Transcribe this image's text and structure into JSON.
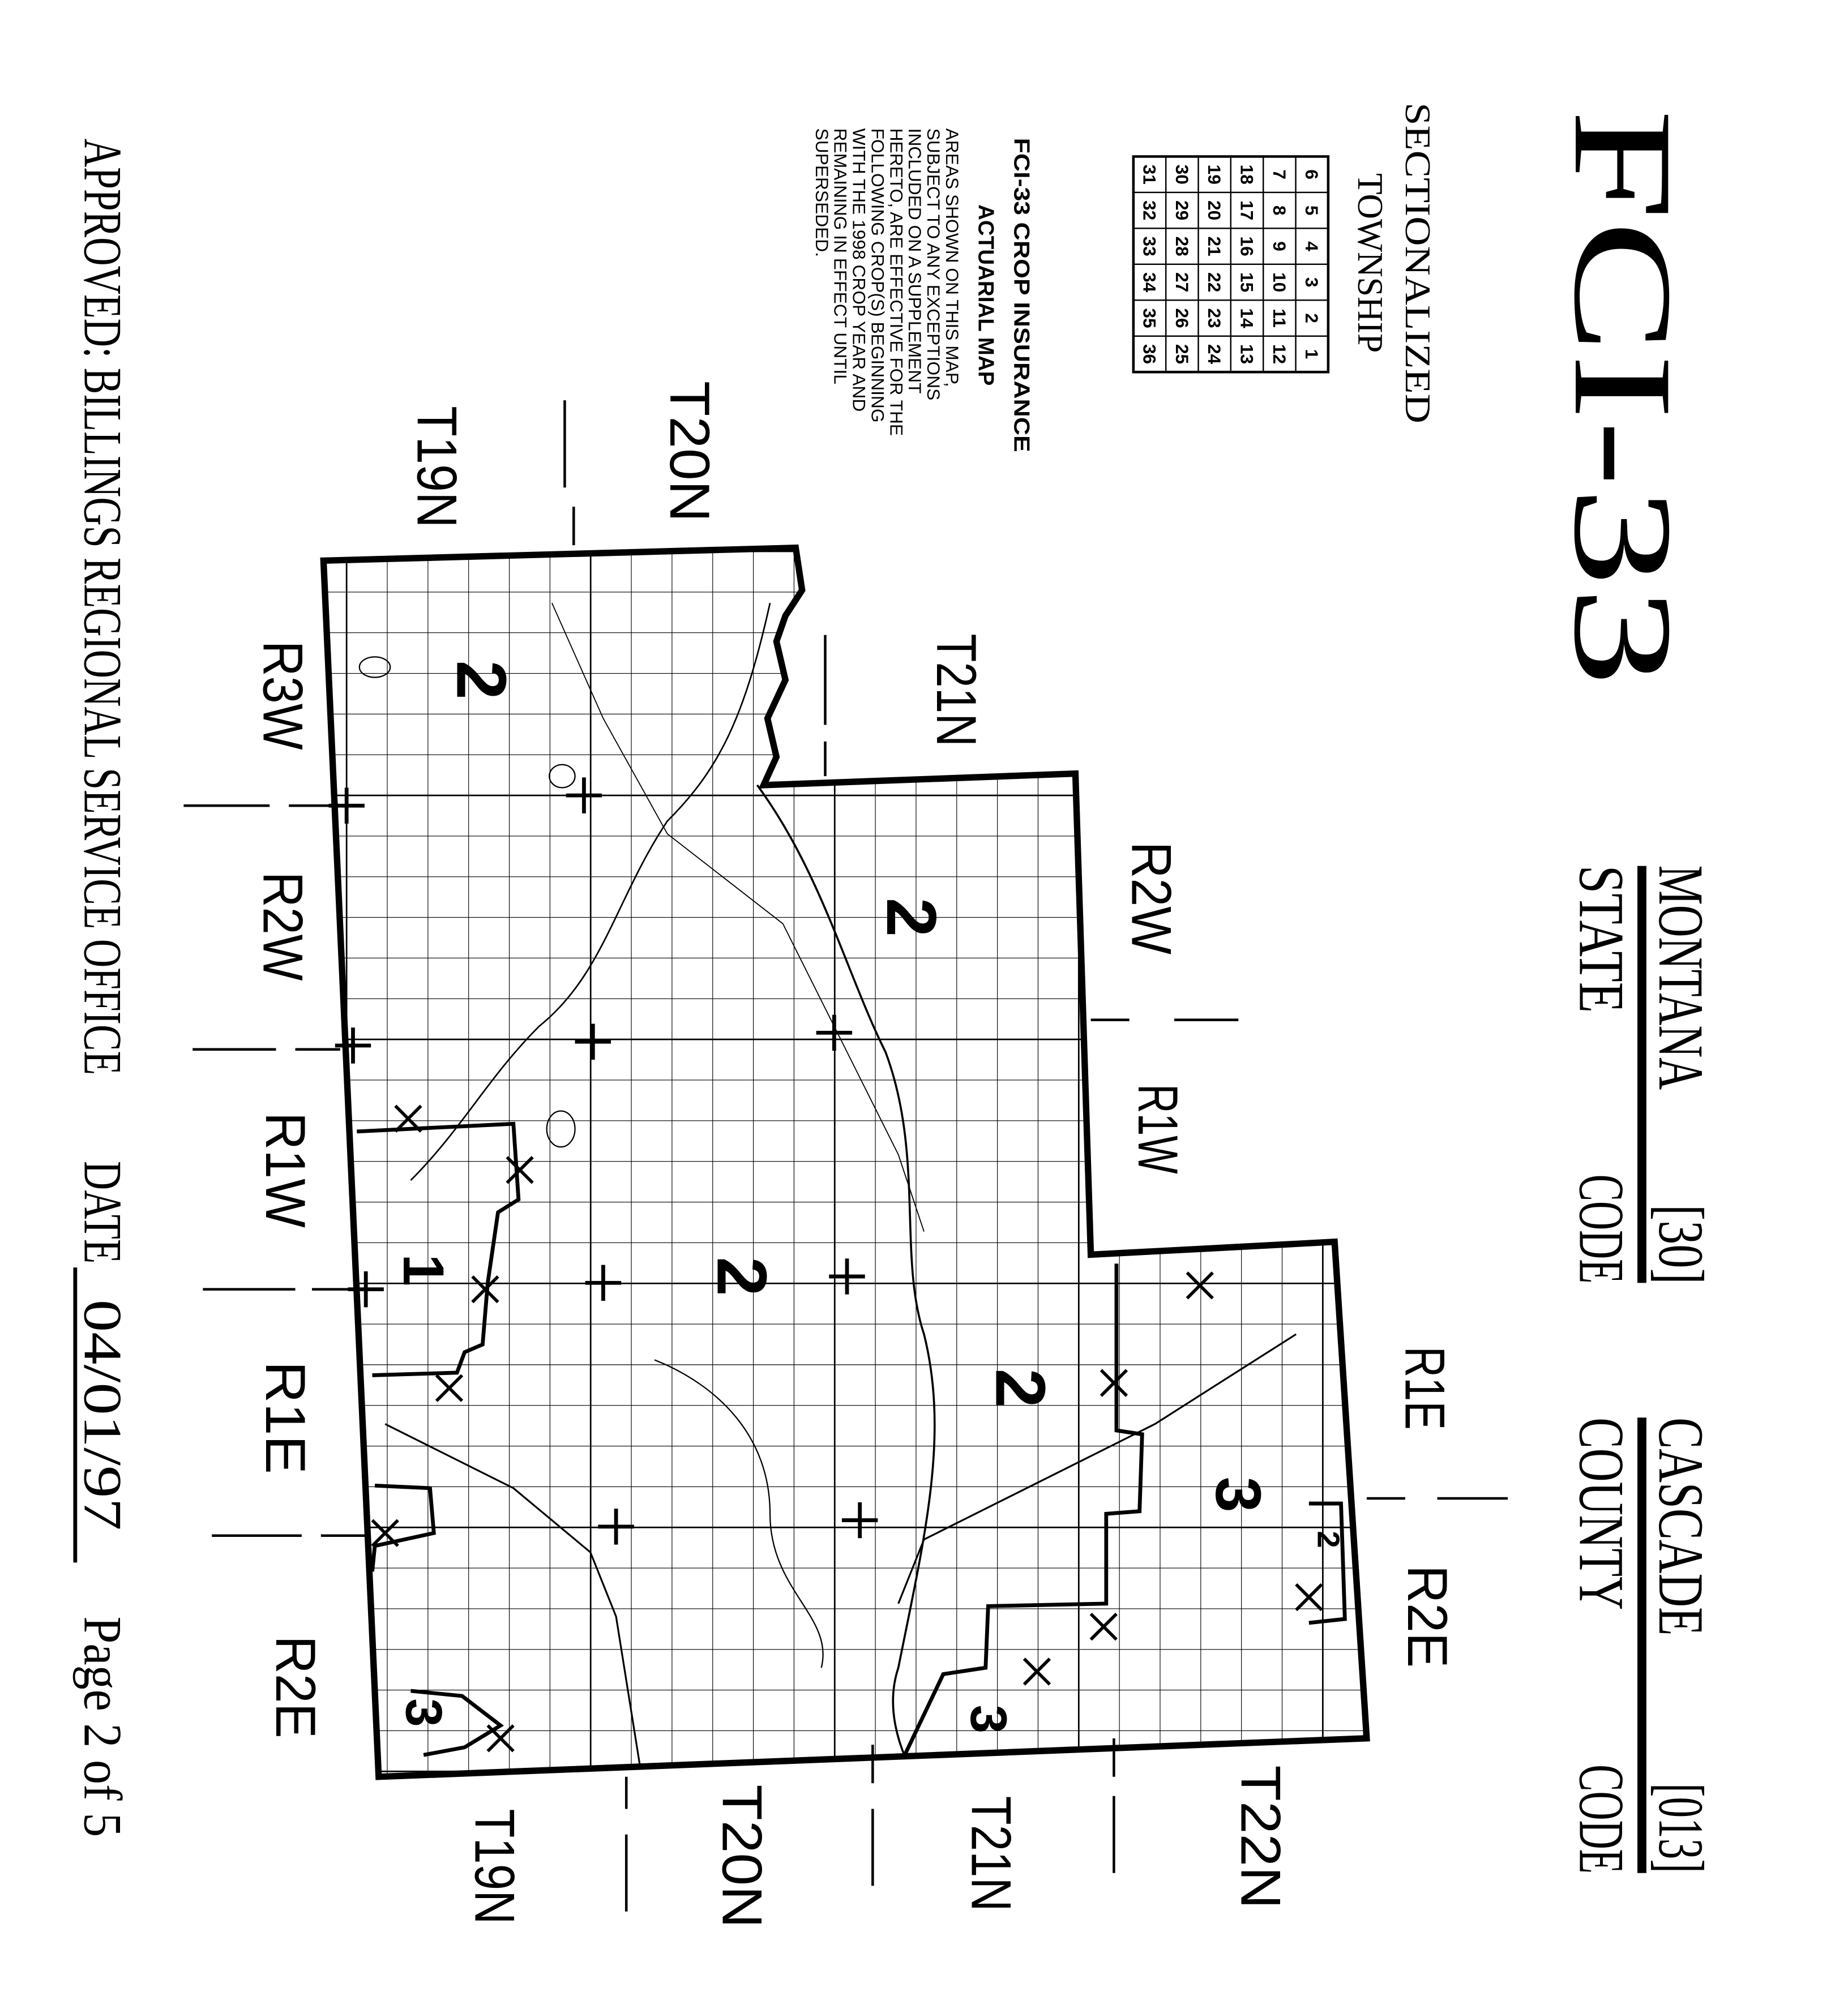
{
  "header": {
    "map_id": "FCI-33",
    "state_name": "MONTANA",
    "state_code": "[30]",
    "state_label": "STATE",
    "state_code_label": "CODE",
    "county_name": "CASCADE",
    "county_code": "[013]",
    "county_label": "COUNTY",
    "county_code_label": "CODE"
  },
  "township_legend": {
    "title_line1": "SECTIONALIZED",
    "title_line2": "TOWNSHIP",
    "rows": [
      [
        "6",
        "5",
        "4",
        "3",
        "2",
        "1"
      ],
      [
        "7",
        "8",
        "9",
        "10",
        "11",
        "12"
      ],
      [
        "18",
        "17",
        "16",
        "15",
        "14",
        "13"
      ],
      [
        "19",
        "20",
        "21",
        "22",
        "23",
        "24"
      ],
      [
        "30",
        "29",
        "28",
        "27",
        "26",
        "25"
      ],
      [
        "31",
        "32",
        "33",
        "34",
        "35",
        "36"
      ]
    ]
  },
  "notice": {
    "title": "FCI-33  CROP  INSURANCE",
    "subtitle": "ACTUARIAL  MAP",
    "lines": [
      "AREAS  SHOWN  ON  THIS  MAP,",
      "SUBJECT  TO  ANY  EXCEPTIONS",
      "INCLUDED  ON  A  SUPPLEMENT",
      "HERETO,  ARE  EFFECTIVE  FOR  THE",
      "FOLLOWING  CROP(S)  BEGINNING",
      "WITH  THE  1998  CROP  YEAR  AND",
      "REMAINING  IN  EFFECT  UNTIL",
      "SUPERSEDED."
    ]
  },
  "footer": {
    "approved": "APPROVED:  BILLINGS  REGIONAL  SERVICE  OFFICE",
    "date_label": "DATE",
    "date_value": "04/01/97",
    "page": "Page 2 of 5"
  },
  "map": {
    "townships": {
      "t20n_top": "T20N",
      "t19n_top": "T19N",
      "t21n_top": "T21N",
      "t22n_bottom": "T22N",
      "t21n_bottom": "T21N",
      "t20n_bottom": "T20N",
      "t19n_bottom": "T19N"
    },
    "ranges": {
      "r3w_left": "R3W",
      "r2w_left": "R2W",
      "r1w_left": "R1W",
      "r1e_left": "R1E",
      "r2e_left": "R2E",
      "r2w_top": "R2W",
      "r1w_top": "R1W",
      "r1e_top": "R1E",
      "r2e_top": "R2E"
    },
    "zones": [
      "2",
      "2",
      "2",
      "2",
      "1",
      "3",
      "3",
      "3",
      "2"
    ]
  }
}
